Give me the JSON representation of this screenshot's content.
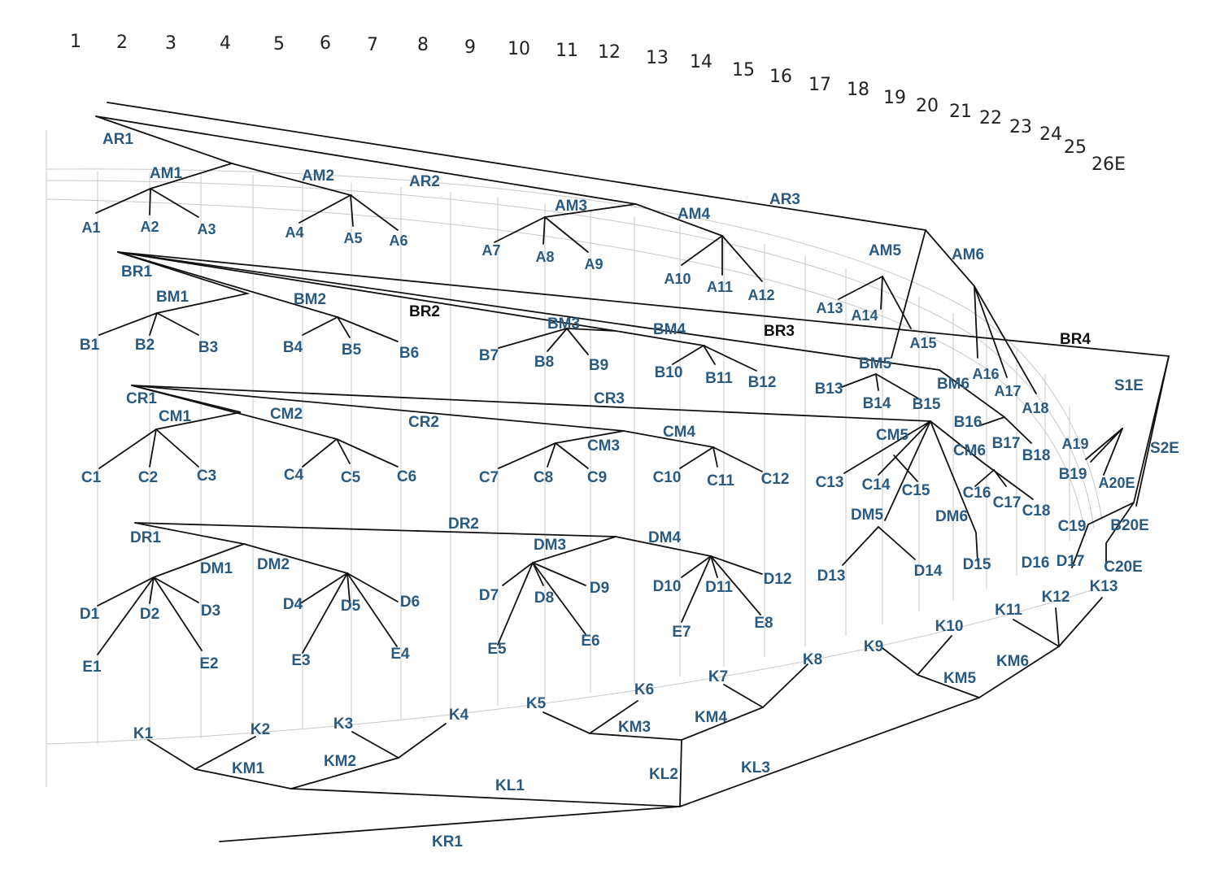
{
  "column_numbers": [
    "1",
    "2",
    "3",
    "4",
    "5",
    "6",
    "7",
    "8",
    "9",
    "10",
    "11",
    "12",
    "13",
    "14",
    "15",
    "16",
    "17",
    "18",
    "19",
    "20",
    "21",
    "22",
    "23",
    "24",
    "25",
    "26E"
  ],
  "labels": {
    "AR1": "AR1",
    "AM1": "AM1",
    "AM2": "AM2",
    "AR2": "AR2",
    "AM3": "AM3",
    "AM4": "AM4",
    "AR3": "AR3",
    "AM5": "AM5",
    "AM6": "AM6",
    "A1": "A1",
    "A2": "A2",
    "A3": "A3",
    "A4": "A4",
    "A5": "A5",
    "A6": "A6",
    "A7": "A7",
    "A8": "A8",
    "A9": "A9",
    "A10": "A10",
    "A11": "A11",
    "A12": "A12",
    "A13": "A13",
    "A14": "A14",
    "A15": "A15",
    "A16": "A16",
    "A17": "A17",
    "A18": "A18",
    "A19": "A19",
    "A20E": "A20E",
    "BR1": "BR1",
    "BM1": "BM1",
    "BM2": "BM2",
    "BR2": "BR2",
    "BM3": "BM3",
    "BM4": "BM4",
    "BR3": "BR3",
    "BM5": "BM5",
    "BM6": "BM6",
    "BR4": "BR4",
    "B1": "B1",
    "B2": "B2",
    "B3": "B3",
    "B4": "B4",
    "B5": "B5",
    "B6": "B6",
    "B7": "B7",
    "B8": "B8",
    "B9": "B9",
    "B10": "B10",
    "B11": "B11",
    "B12": "B12",
    "B13": "B13",
    "B14": "B14",
    "B15": "B15",
    "B16": "B16",
    "B17": "B17",
    "B18": "B18",
    "B19": "B19",
    "B20E": "B20E",
    "CR1": "CR1",
    "CM1": "CM1",
    "CM2": "CM2",
    "CR2": "CR2",
    "CR3": "CR3",
    "CM3": "CM3",
    "CM4": "CM4",
    "CM5": "CM5",
    "CM6": "CM6",
    "C1": "C1",
    "C2": "C2",
    "C3": "C3",
    "C4": "C4",
    "C5": "C5",
    "C6": "C6",
    "C7": "C7",
    "C8": "C8",
    "C9": "C9",
    "C10": "C10",
    "C11": "C11",
    "C12": "C12",
    "C13": "C13",
    "C14": "C14",
    "C15": "C15",
    "C16": "C16",
    "C17": "C17",
    "C18": "C18",
    "C19": "C19",
    "C20E": "C20E",
    "S1E": "S1E",
    "S2E": "S2E",
    "DR1": "DR1",
    "DM1": "DM1",
    "DM2": "DM2",
    "DR2": "DR2",
    "DM3": "DM3",
    "DM4": "DM4",
    "DM5": "DM5",
    "DM6": "DM6",
    "D1": "D1",
    "D2": "D2",
    "D3": "D3",
    "D4": "D4",
    "D5": "D5",
    "D6": "D6",
    "D7": "D7",
    "D8": "D8",
    "D9": "D9",
    "D10": "D10",
    "D11": "D11",
    "D12": "D12",
    "D13": "D13",
    "D14": "D14",
    "D15": "D15",
    "D16": "D16",
    "D17": "D17",
    "E1": "E1",
    "E2": "E2",
    "E3": "E3",
    "E4": "E4",
    "E5": "E5",
    "E6": "E6",
    "E7": "E7",
    "E8": "E8",
    "K1": "K1",
    "K2": "K2",
    "K3": "K3",
    "K4": "K4",
    "K5": "K5",
    "K6": "K6",
    "K7": "K7",
    "K8": "K8",
    "K9": "K9",
    "K10": "K10",
    "K11": "K11",
    "K12": "K12",
    "K13": "K13",
    "KM1": "KM1",
    "KM2": "KM2",
    "KM3": "KM3",
    "KM4": "KM4",
    "KM5": "KM5",
    "KM6": "KM6",
    "KL1": "KL1",
    "KL2": "KL2",
    "KL3": "KL3",
    "KR1": "KR1"
  }
}
